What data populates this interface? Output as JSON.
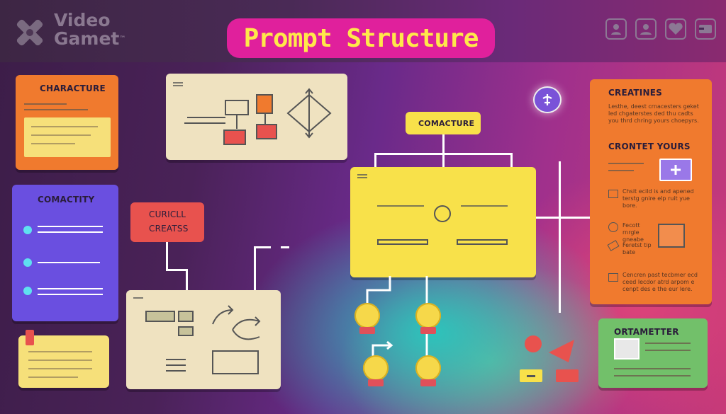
{
  "brand": {
    "line1": "Video",
    "line2": "Gamet",
    "trademark": "™"
  },
  "title": "Prompt Structure",
  "header_icons": [
    "user-icon",
    "user-group-icon",
    "heart-icon",
    "flag-icon"
  ],
  "cards": {
    "character": {
      "heading": "CHARACTURE"
    },
    "comactity": {
      "heading": "COMACTITY"
    },
    "curicll": {
      "line1": "CURICLL",
      "line2": "CREATSS"
    },
    "comacture": {
      "heading": "COMACTURE"
    },
    "creatines": {
      "heading": "CREATINES",
      "text": "Lesthe, deest crnacesters geket led chgaterstes ded thu cadts you thrd chring yours choepyrs.",
      "subheading": "CRONTET YOURS",
      "item1": "Chsit ecild is and apened terstg gnire elp ruit yue bore.",
      "item2": "Fecott rnrgle gneabe",
      "item3": "Feretst tip bate",
      "item4": "Cencren past tecbmer ecd ceed lecdor atrd arpom e cenpt des e the eur lere."
    },
    "ortametter": {
      "heading": "ORTAMETTER"
    }
  },
  "colors": {
    "orange": "#f07a2e",
    "yellow_note": "#f6e07a",
    "purple": "#6a4fe0",
    "cream": "#efe2c0",
    "yellow": "#f8e14a",
    "green": "#72c06a",
    "red": "#e8524e",
    "magenta": "#e0209c"
  }
}
